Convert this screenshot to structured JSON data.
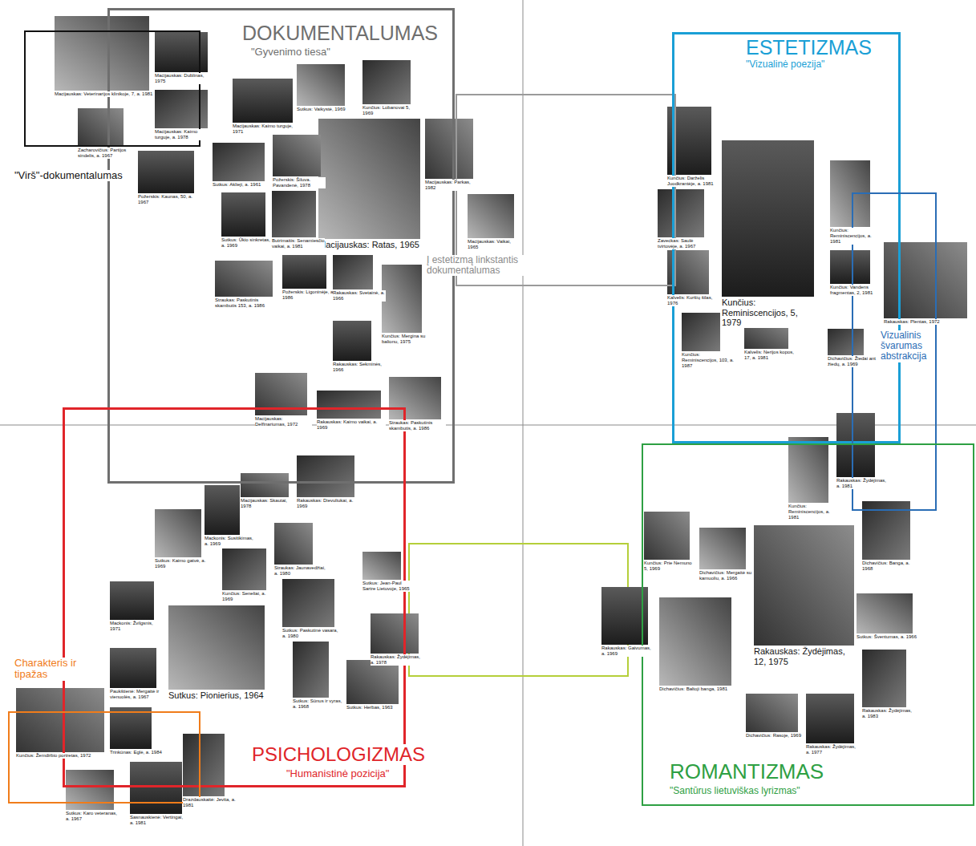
{
  "diagram": {
    "nodes": [
      {
        "text": [
          "DOKUMENTALUMAS",
          "\"Gyvenimo tiesa\""
        ]
      },
      {
        "text": [
          "\"Virš\"-dokumentalumas"
        ]
      },
      {
        "text": [
          "Į estetizmą linkstantis dokumentalumas"
        ]
      },
      {
        "text": [
          "ESTETIZMAS",
          "\"Vizualinė poezija\""
        ]
      },
      {
        "text": [
          "Vizualinis švarumas abstrakcija"
        ]
      },
      {
        "text": [
          "ROMANTIZMAS",
          "\"Santūrus lietuviškas lyrizmas\""
        ]
      },
      {
        "text": [
          "PSICHOLOGIZMAS",
          "\"Humanistinė pozicija\""
        ]
      },
      {
        "text": [
          "Charakteris ir tipažas"
        ]
      }
    ],
    "labels": [
      "Macijauskas: Veterinarijos klinikoje, 7, a. 1981",
      "Macijauskas: Dublinas, 1975",
      "Macijauskas: Kaimo turguje, a. 1978",
      "Zacharovičius: Partijos sindelis, a. 1967",
      "Macijauskas: Kaimo turguje, 1971",
      "Sutkus: Vaikystė, 1969",
      "Kunčius: Lobanovai 5, 1969",
      "Macijauskas: Ratas, 1965",
      "Macijauskas: Parkas, 1982",
      "Požerskis: Kaunas, 50, a. 1967",
      "Sutkus: Aklieji, a. 1961",
      "Požerskis: Šiluva. Pavandenė, 1978",
      "Sutkus: Ūkio sinkretas, a. 1969",
      "Butrimaitis: Senamiesčio vaikai, a. 1981",
      "Macijauskas: Vaikai, 1965",
      "Straukas: Paskutinis skambutis 153, a. 1986",
      "Požerskis: Ligoninėje, a. 1986",
      "Rakauskas: Svetainė, a. 1966",
      "Kunčius: Mergina su balionu, 1975",
      "Rakauskas: Sekminės, 1966",
      "Macijauskas: Delfinariumas, 1972",
      "Rakauskas: Kaimo vaikai, a. 1969",
      "Straukas: Paskutinis skambutis, a. 1986",
      "Kunčius: Darželis Juodkrantėje, a. 1981",
      "Zaveckas: Saulė tvirtovėje, a. 1967",
      "Kalvelis: Kuršių šilas, 1976",
      "Kunčius: Reminiscencijos, 5, 1979",
      "Kunčius: Reminiscencijos, 103, a. 1987",
      "Kalvelis: Nerijos kopos, 17, a. 1981",
      "Kunčius: Reminiscencijos, a. 1981",
      "Kunčius: Vandens fragmentas, 2, 1981",
      "Rakauskas: Plentas, 1972",
      "Dichavičius: Žiedai ant žiedų, a. 1969",
      "Rakauskas: Žydėjimas, a. 1981",
      "Kunčius: Reminiscencijos, a. 1981",
      "Dichavičius: Banga, a. 1968",
      "Kunčius: Prie Nemuno 5, 1969",
      "Dichavičius: Mergaitė su kamuoliu, a. 1966",
      "Rakauskas: Gaivumas, a. 1969",
      "Dichavičius: Baltoji banga, 1981",
      "Rakauskas: Žydėjimas, 12, 1975",
      "Sutkus: Šventumas, a. 1966",
      "Rakauskas: Žydėjimas, a. 1983",
      "Dichavičius: Rasoje, 1969",
      "Rakauskas: Žydėjimas, a. 1977",
      "Rakauskas: Dievuliukai, a. 1969",
      "Macijauskas: Skautai, 1978",
      "Mackonis: Susitikimas, a. 1969",
      "Sutkus: Kaimo gatvė, a. 1969",
      "Kunčius: Seneliai, a. 1969",
      "Straukas: Jaunavedžiai, a. 1980",
      "Sutkus: Jean-Paul Sartre Lietuvoje, 1965",
      "Mackonis: Žvilgsnis, 1971",
      "Sutkus: Paskutinė vasara, a. 1980",
      "Rakauskas: Žydėjimas, a. 1978",
      "Paukštienė: Mergaitė ir vienuolės, a. 1967",
      "Sutkus: Pionierius, 1964",
      "Sutkus: Sūnus ir vyras, a. 1968",
      "Sutkus: Herbas, 1963",
      "Kunčius: Žemdirbio portretas, 1972",
      "Trinkūnas: Eglė, a. 1984",
      "Drazdauskaitė: Jevita, a. 1981",
      "Sutkus: Karo veteranas, a. 1967",
      "Sasnauskienė: Vertingai, a. 1981"
    ]
  }
}
